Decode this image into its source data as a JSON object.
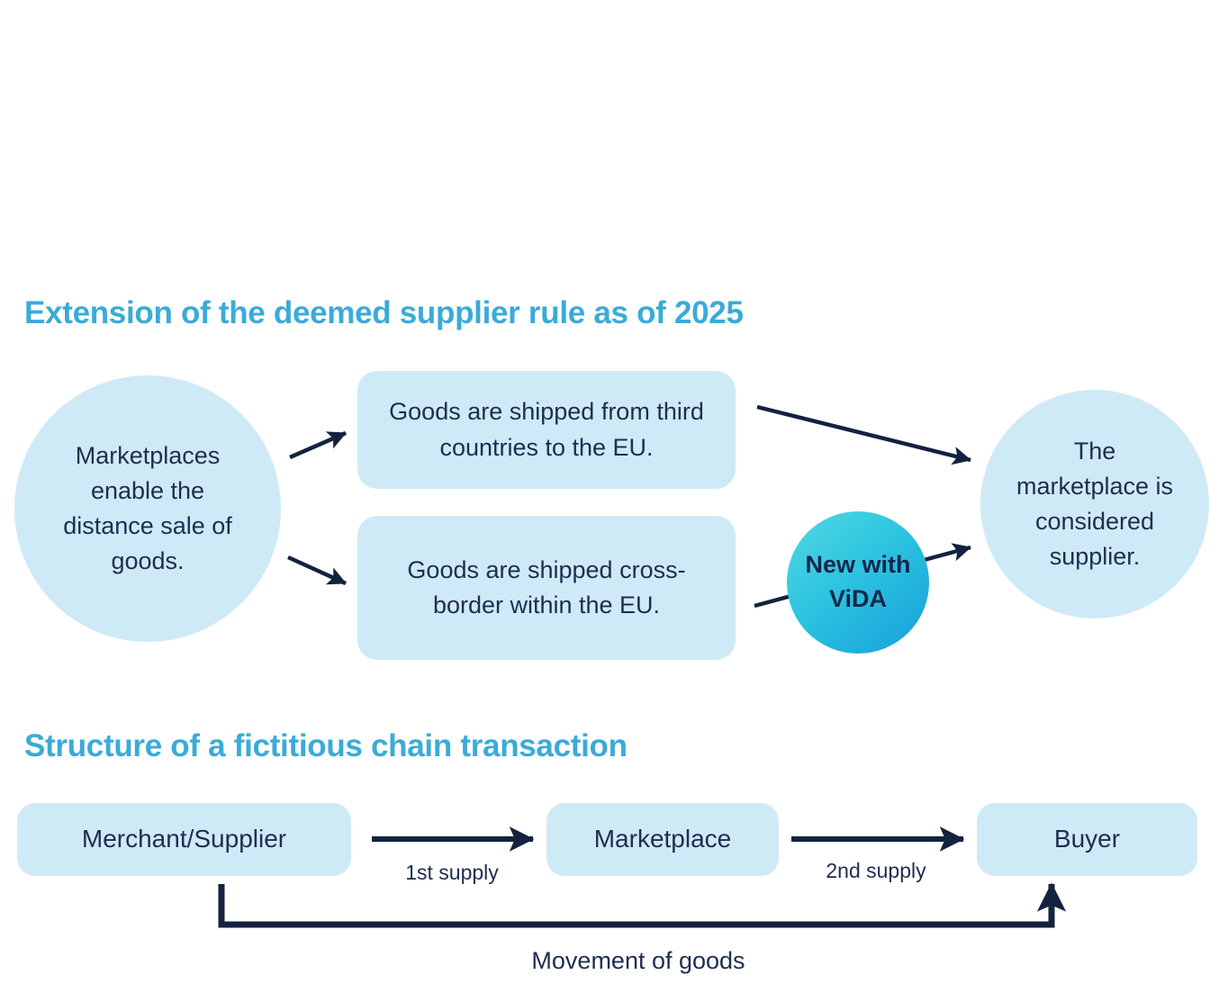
{
  "page": {
    "background": "#ffffff"
  },
  "colors": {
    "heading_cyan": "#3aabd8",
    "shape_fill_light_blue": "#cfeaf7",
    "text_navy": "#1f2d4f",
    "arrow_navy": "#13223f",
    "vida_gradient_start": "#52d9e3",
    "vida_gradient_end": "#169fdb"
  },
  "section1": {
    "heading": "Extension of the deemed supplier rule as of 2025",
    "left_circle": "Marketplaces enable the distance sale of goods.",
    "box_third_countries": "Goods are shipped from third countries to the EU.",
    "box_cross_border": "Goods are shipped cross-border within the EU.",
    "vida_badge": "New with ViDA",
    "right_circle": "The marketplace is considered supplier."
  },
  "section2": {
    "heading": "Structure of a fictitious chain transaction",
    "nodes": [
      "Merchant/Supplier",
      "Marketplace",
      "Buyer"
    ],
    "arrow_labels": [
      "1st supply",
      "2nd supply"
    ],
    "movement_label": "Movement of goods"
  }
}
